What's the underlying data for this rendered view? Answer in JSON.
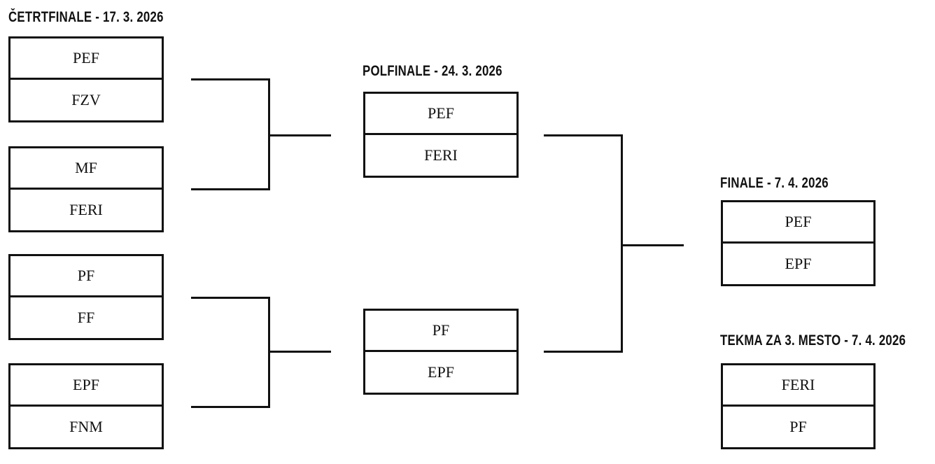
{
  "bracket": {
    "title_quarterfinals": "ČETRTFINALE - 17. 3. 2026",
    "title_semifinals": "POLFINALE - 24. 3. 2026",
    "title_final": "FINALE - 7. 4. 2026",
    "title_third_place": "TEKMA ZA 3. MESTO - 7. 4. 2026",
    "rounds": [
      {
        "name": "quarterfinals",
        "label": "ČETRTFINALE - 17. 3. 2026",
        "date": "17. 3. 2026",
        "matches": [
          {
            "top": "PEF",
            "bottom": "FZV"
          },
          {
            "top": "MF",
            "bottom": "FERI"
          },
          {
            "top": "PF",
            "bottom": "FF"
          },
          {
            "top": "EPF",
            "bottom": "FNM"
          }
        ]
      },
      {
        "name": "semifinals",
        "label": "POLFINALE - 24. 3. 2026",
        "date": "24. 3. 2026",
        "matches": [
          {
            "top": "PEF",
            "bottom": "FERI"
          },
          {
            "top": "PF",
            "bottom": "EPF"
          }
        ]
      },
      {
        "name": "final",
        "label": "FINALE - 7. 4. 2026",
        "date": "7. 4. 2026",
        "matches": [
          {
            "top": "PEF",
            "bottom": "EPF"
          }
        ]
      },
      {
        "name": "third-place",
        "label": "TEKMA ZA 3. MESTO - 7. 4. 2026",
        "date": "7. 4. 2026",
        "matches": [
          {
            "top": "FERI",
            "bottom": "PF"
          }
        ]
      }
    ]
  },
  "colors": {
    "line": "#111111",
    "background": "#ffffff",
    "text": "#111111"
  }
}
